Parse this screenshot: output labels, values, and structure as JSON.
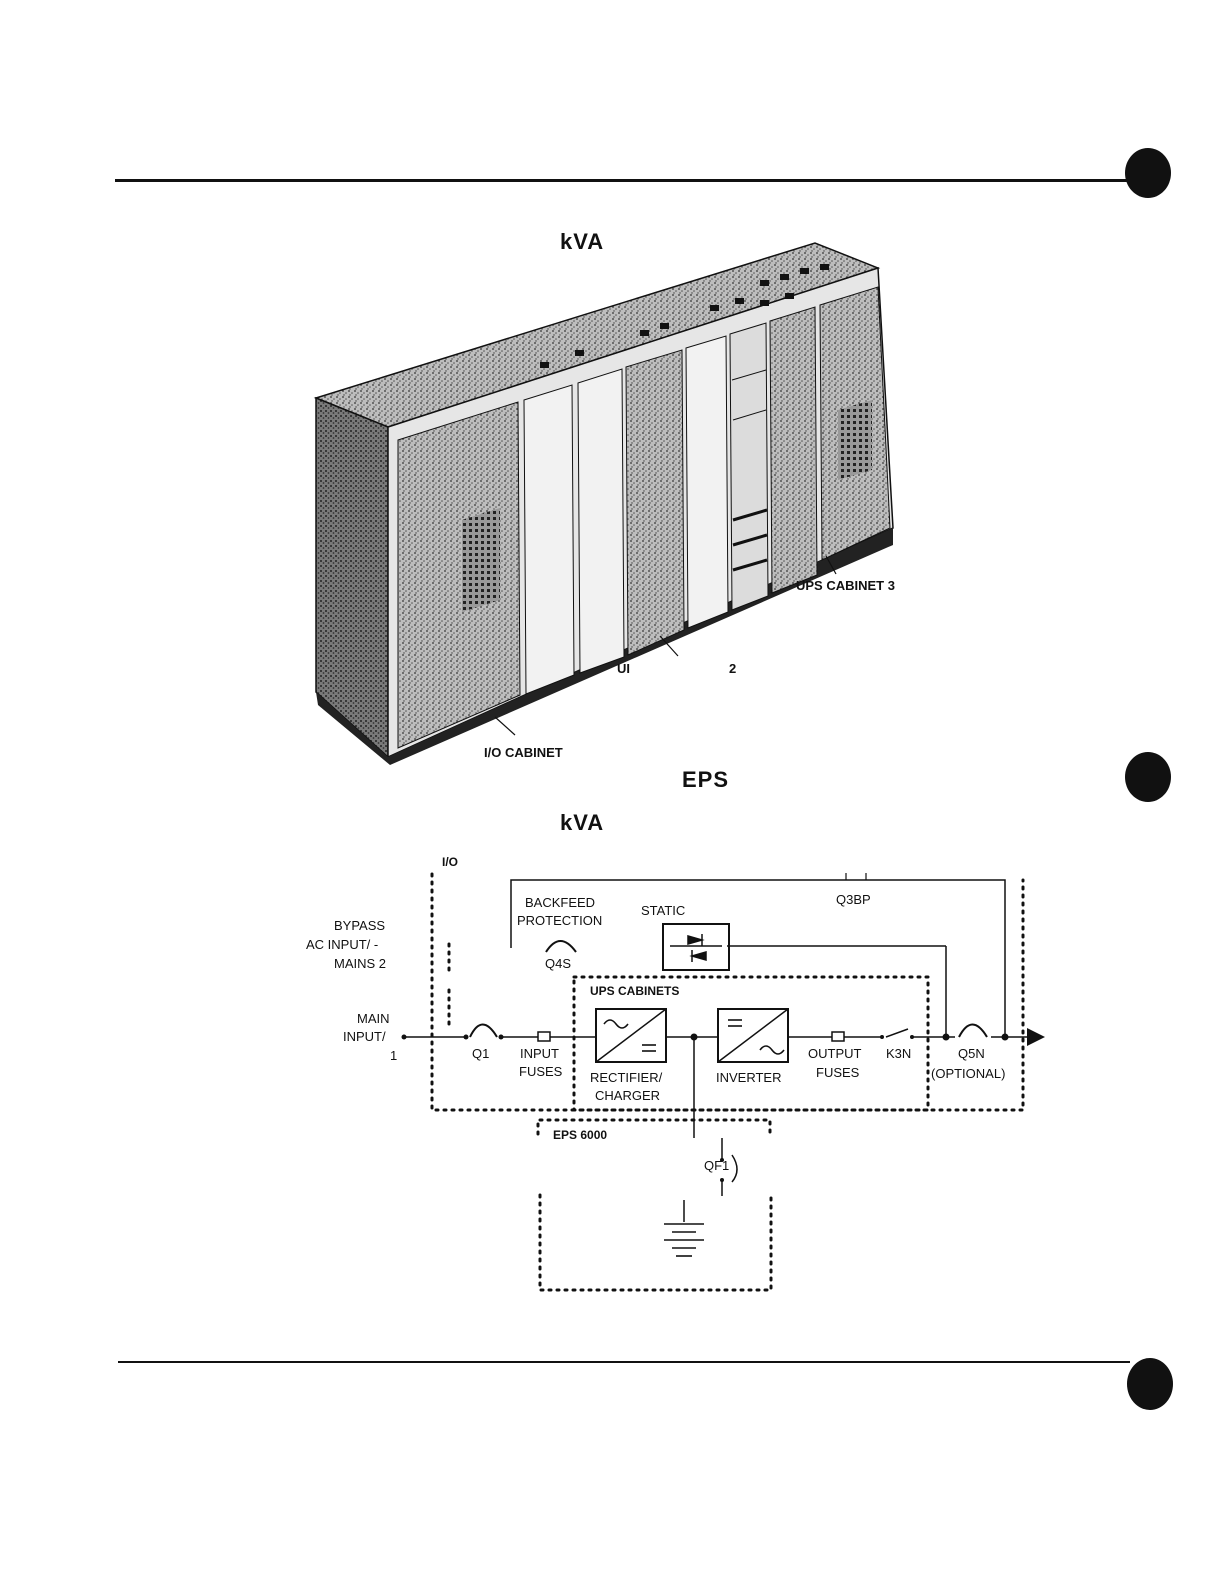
{
  "page": {
    "heading_top": "kVA",
    "heading_eps": "EPS",
    "heading_bottom": "kVA"
  },
  "photo": {
    "callout_ups_cabinet_3": "UPS CABINET 3",
    "callout_ups_cabinet_2_a": "UI",
    "callout_ups_cabinet_2_b": "2",
    "callout_io_cabinet": "I/O CABINET"
  },
  "diagram": {
    "io_label": "I/O",
    "bypass_line1": "BYPASS",
    "bypass_line2": "AC INPUT/ -",
    "bypass_line3": "MAINS 2",
    "main_line1": "MAIN",
    "main_line2": "INPUT/",
    "main_line3": "1",
    "backfeed_line1": "BACKFEED",
    "backfeed_line2": "PROTECTION",
    "static": "STATIC",
    "q3bp": "Q3BP",
    "q4s": "Q4S",
    "ups_cabinets": "UPS CABINETS",
    "q1": "Q1",
    "input_fuses_1": "INPUT",
    "input_fuses_2": "FUSES",
    "rectifier_1": "RECTIFIER/",
    "rectifier_2": "CHARGER",
    "inverter": "INVERTER",
    "output_fuses_1": "OUTPUT",
    "output_fuses_2": "FUSES",
    "k3n": "K3N",
    "q5n": "Q5N",
    "q5n_optional": "(OPTIONAL)",
    "eps6000": "EPS 6000",
    "qf1": "QF1"
  }
}
